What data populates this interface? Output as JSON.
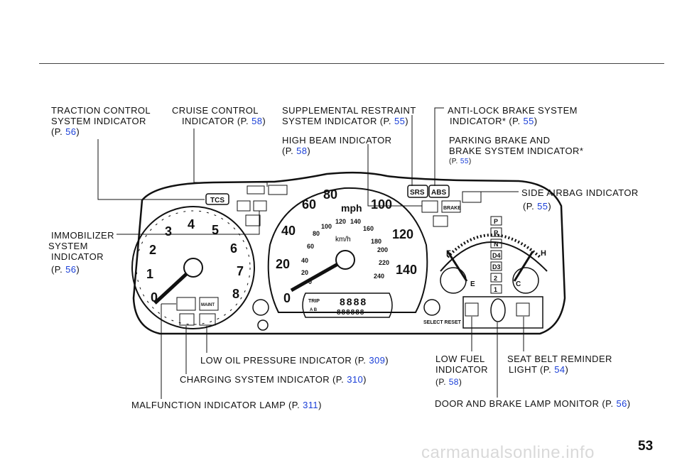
{
  "labels": {
    "tcs": {
      "l1": "TRACTION CONTROL",
      "l2": "SYSTEM  INDICATOR",
      "pre": "(P. ",
      "page": "56",
      "post": ")"
    },
    "cruise": {
      "l1": "CRUISE CONTROL",
      "pre": "INDICATOR (P. ",
      "page": "58",
      "post": ")"
    },
    "srs": {
      "l1": "SUPPLEMENTAL  RESTRAINT",
      "pre": "SYSTEM  INDICATOR  (P. ",
      "page": "55",
      "post": ")"
    },
    "highbeam": {
      "l1": "HIGH  BEAM  INDICATOR",
      "pre": "(P. ",
      "page": "58",
      "post": ")"
    },
    "abs": {
      "l1": "ANTI-LOCK  BRAKE  SYSTEM",
      "pre": "INDICATOR*  (P. ",
      "page": "55",
      "post": ")"
    },
    "parking": {
      "l1": "PARKING  BRAKE  AND",
      "l2": "BRAKE  SYSTEM  INDICATOR*",
      "pre": "(P. ",
      "page": "55",
      "post": ")"
    },
    "sideairbag": {
      "l1": "SIDE  AIRBAG  INDICATOR",
      "pre": "(P. ",
      "page": "55",
      "post": ")"
    },
    "immobilizer": {
      "l1": "IMMOBILIZER",
      "l2": "SYSTEM",
      "l3": "INDICATOR",
      "pre": "(P. ",
      "page": "56",
      "post": ")"
    },
    "lowoil": {
      "pre": "LOW OIL PRESSURE  INDICATOR  (P. ",
      "page": "309",
      "post": ")"
    },
    "charging": {
      "pre": "CHARGING  SYSTEM  INDICATOR  (P. ",
      "page": "310",
      "post": ")"
    },
    "malfunction": {
      "pre": "MALFUNCTION  INDICATOR  LAMP  (P. ",
      "page": "311",
      "post": ")"
    },
    "lowfuel": {
      "l1": "LOW  FUEL",
      "l2": "INDICATOR",
      "pre": "(P. ",
      "page": "58",
      "post": ")"
    },
    "seatbelt": {
      "l1": "SEAT BELT  REMINDER",
      "pre": "LIGHT  (P. ",
      "page": "54",
      "post": ")"
    },
    "door": {
      "pre": "DOOR AND  BRAKE  LAMP  MONITOR  (P. ",
      "page": "56",
      "post": ")"
    }
  },
  "panel": {
    "tach": [
      "1",
      "2",
      "3",
      "4",
      "5",
      "6",
      "7",
      "8",
      "0"
    ],
    "speed_mph": [
      "0",
      "20",
      "40",
      "60",
      "80",
      "100",
      "120",
      "140"
    ],
    "speed_kmh": [
      "0",
      "20",
      "40",
      "60",
      "80",
      "100",
      "120",
      "140",
      "160",
      "180",
      "200",
      "220",
      "240"
    ],
    "unit_mph": "mph",
    "unit_kmh": "km/h",
    "gear": [
      "P",
      "R",
      "N",
      "D4",
      "D3",
      "2",
      "1"
    ],
    "fuel": {
      "full": "F",
      "empty": "E"
    },
    "temp": {
      "hot": "H",
      "cold": "C"
    },
    "tcs": "TCS",
    "srs": "SRS",
    "abs": "ABS",
    "brake": "BRAKE",
    "maint": "MAINT",
    "trip": "TRIP",
    "trip_ab": "A B",
    "odo_top": "8888",
    "odo_bottom": "888888",
    "select_reset": "SELECT RESET"
  },
  "page_number": "53",
  "watermark": "carmanualsonline.info"
}
